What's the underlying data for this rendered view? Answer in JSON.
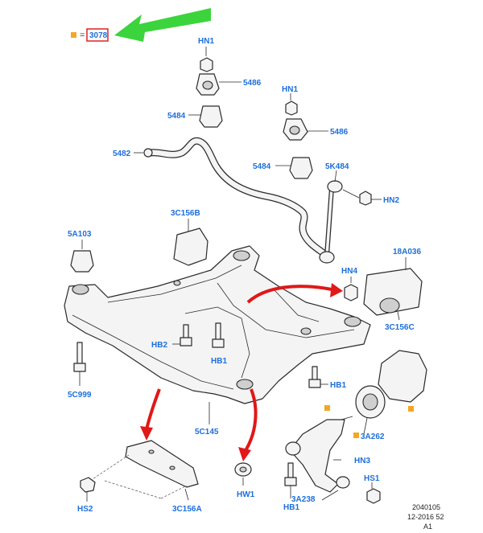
{
  "legend": {
    "equals": "=",
    "ref": "3078",
    "marker_color": "#f5a623",
    "box_color": "#e02020"
  },
  "callouts": {
    "hn1_top": "HN1",
    "p5486_top": "5486",
    "p5484_left": "5484",
    "p5482": "5482",
    "hn1_right": "HN1",
    "p5486_right": "5486",
    "p5484_right": "5484",
    "p5k484": "5K484",
    "hn2": "HN2",
    "p3c156b": "3C156B",
    "p5a103": "5A103",
    "p18a036": "18A036",
    "hn4": "HN4",
    "p3c156c": "3C156C",
    "hb2": "HB2",
    "hb1_center": "HB1",
    "hb1_right": "HB1",
    "p5c999": "5C999",
    "p5c145": "5C145",
    "p3a262": "3A262",
    "hn3": "HN3",
    "hw1": "HW1",
    "hs1": "HS1",
    "hs2": "HS2",
    "p3c156a": "3C156A",
    "hb1_bottom": "HB1",
    "p3a238": "3A238"
  },
  "footer": {
    "code": "2040105",
    "date": "12-2016 52",
    "rev": "A1"
  },
  "colors": {
    "label": "#1e6fd9",
    "green_arrow": "#3cd43c",
    "red_arrow": "#e01818",
    "orange_marker": "#f5a623"
  }
}
